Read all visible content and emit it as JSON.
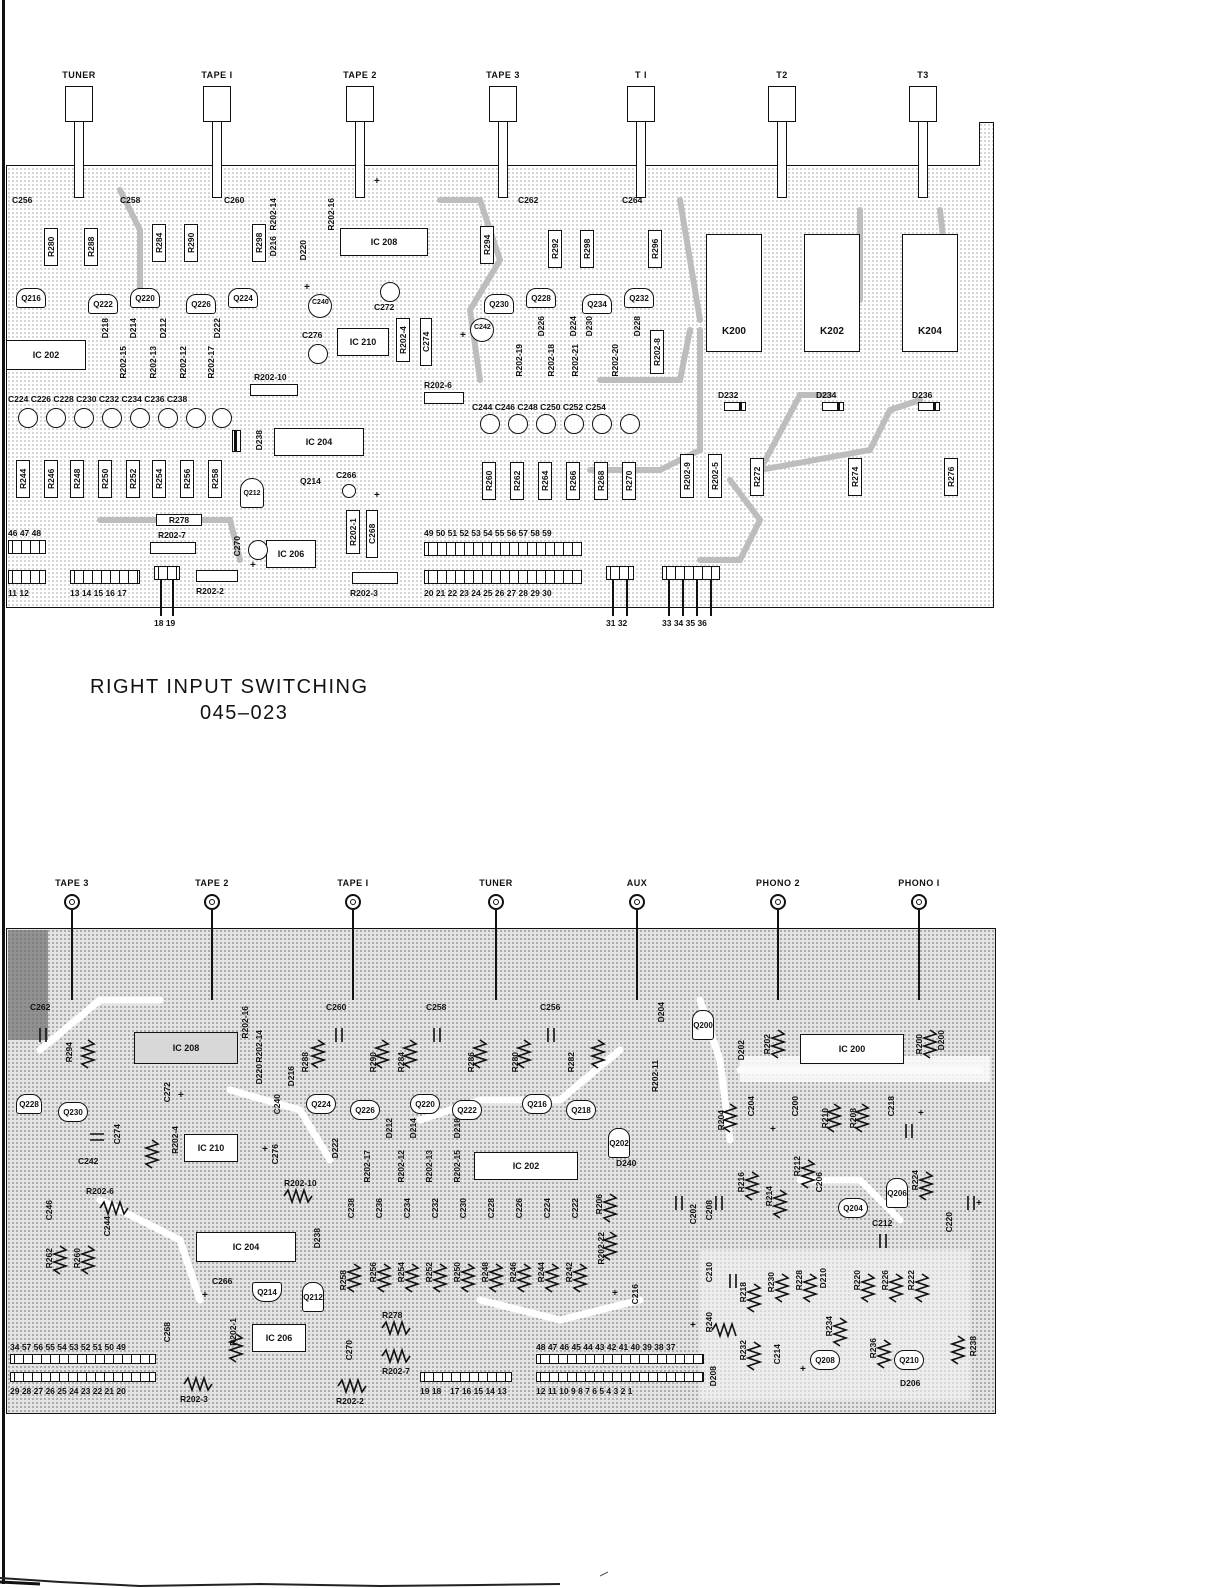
{
  "top_board": {
    "inputs": [
      "TUNER",
      "TAPE I",
      "TAPE 2",
      "TAPE 3",
      "T I",
      "T2",
      "T3"
    ],
    "ics": [
      "IC 202",
      "IC 208",
      "IC 210",
      "IC 204",
      "IC 206"
    ],
    "relays": [
      "K200",
      "K202",
      "K204"
    ],
    "resistors_row1": [
      "R280",
      "R288",
      "R284",
      "R290",
      "R298",
      "R294",
      "R292",
      "R298",
      "R296"
    ],
    "resistors_row2": [
      "R244",
      "R246",
      "R248",
      "R250",
      "R252",
      "R254",
      "R256",
      "R258",
      "R260",
      "R262",
      "R264",
      "R266",
      "R268",
      "R270",
      "R202-9",
      "R202-5",
      "R272",
      "R274",
      "R276"
    ],
    "horizontal_resistors": [
      "R202-10",
      "R202-6",
      "R278",
      "R202-7",
      "R202-2",
      "R202-3"
    ],
    "vertical_resistors_misc": [
      "R202-8",
      "R202-4",
      "R202-1"
    ],
    "caps_top": [
      "C256",
      "C258",
      "C260",
      "C262",
      "C264"
    ],
    "caps_row": [
      "C224",
      "C226",
      "C228",
      "C230",
      "C232",
      "C234",
      "C236",
      "C238"
    ],
    "caps_row_right": [
      "C244",
      "C246",
      "C248",
      "C250",
      "C252",
      "C254"
    ],
    "caps_misc": [
      "C240",
      "C242",
      "C272",
      "C276",
      "C266",
      "C270",
      "C274",
      "C268"
    ],
    "transistors": [
      "Q216",
      "Q222",
      "Q220",
      "Q226",
      "Q224",
      "Q230",
      "Q228",
      "Q234",
      "Q232",
      "Q212",
      "Q214"
    ],
    "diodes": [
      "D232",
      "D234",
      "D236",
      "D238"
    ],
    "diode_labels": [
      "D218",
      "D214",
      "D212",
      "D222",
      "D216",
      "D220",
      "D226",
      "D224",
      "D230",
      "D228"
    ],
    "resistor_labels_misc": [
      "R202-14",
      "R202-16",
      "R202-15",
      "R202-13",
      "R202-12",
      "R202-17",
      "R202-19",
      "R202-18",
      "R202-21",
      "R202-20"
    ],
    "header_labels": {
      "upper": "49 50 51 52 53 54 55 56 57 58 59",
      "lower": "20 21 22 23 24 25 26 27 28 29 30",
      "left_a": "13 14 15 16 17",
      "left_b": "18  19",
      "left_c": "11 12",
      "left_d": "46 47 48",
      "mid": "31 32",
      "right": "33 34 35 36"
    }
  },
  "title": {
    "line1": "RIGHT INPUT SWITCHING",
    "line2": "045–023"
  },
  "bottom_board": {
    "inputs": [
      "TAPE 3",
      "TAPE 2",
      "TAPE I",
      "TUNER",
      "AUX",
      "PHONO 2",
      "PHONO I"
    ],
    "ics": [
      "IC 208",
      "IC 210",
      "IC 204",
      "IC 206",
      "IC 202",
      "IC 200"
    ],
    "caps": [
      "C262",
      "C260",
      "C258",
      "C256",
      "C272",
      "C242",
      "C274",
      "C240",
      "C276",
      "C244",
      "C246",
      "C238",
      "C236",
      "C234",
      "C232",
      "C230",
      "C228",
      "C226",
      "C224",
      "C222",
      "C216",
      "C202",
      "C208",
      "C204",
      "C200",
      "C206",
      "C218",
      "C212",
      "C210",
      "C214",
      "C220",
      "C266",
      "C268",
      "C270"
    ],
    "transistors": [
      "Q228",
      "Q230",
      "Q224",
      "Q226",
      "Q220",
      "Q222",
      "Q216",
      "Q218",
      "Q202",
      "Q200",
      "Q204",
      "Q206",
      "Q212",
      "Q214",
      "Q208",
      "Q210"
    ],
    "resistors": [
      "R294",
      "R290",
      "R284",
      "R286",
      "R280",
      "R282",
      "R202",
      "R200",
      "R204",
      "R210",
      "R208",
      "R202-6",
      "R202-10",
      "R202-4",
      "R202-16",
      "R202-14",
      "R288",
      "R260",
      "R262",
      "R258",
      "R256",
      "R254",
      "R252",
      "R250",
      "R248",
      "R246",
      "R244",
      "R242",
      "R206",
      "R202-22",
      "R202-11",
      "R216",
      "R214",
      "R212",
      "R224",
      "R218",
      "R230",
      "R228",
      "R220",
      "R226",
      "R222",
      "R232",
      "R234",
      "R236",
      "R238",
      "R240",
      "R278",
      "R202-7",
      "R202-2",
      "R202-1",
      "R202-3"
    ],
    "diodes": [
      "D204",
      "D202",
      "D200",
      "D240",
      "D238",
      "D210",
      "D208",
      "D206",
      "D220",
      "D216",
      "D222",
      "D212",
      "D214",
      "D218"
    ],
    "diode_labels_misc": [
      "R202-17",
      "R202-12",
      "R202-13",
      "R202-15"
    ],
    "header_labels": {
      "upper_left": "34 57 56 55 54 53 52 51 50 49",
      "lower_left": "29 28 27 26 25 24 23 22 21 20",
      "mid_a": "19 18",
      "mid_b": "17 16 15 14 13",
      "upper_right": "48 47 46 45 44 43 42 41 40 39 38 37",
      "lower_right": "12 11 10 9 8 7 6 5 4 3 2 1"
    }
  }
}
